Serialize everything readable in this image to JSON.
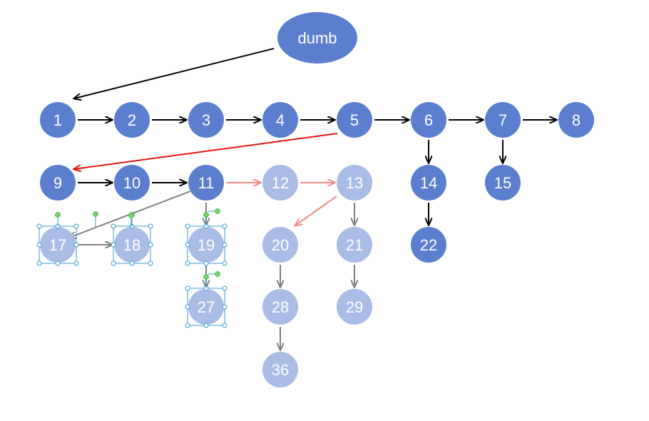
{
  "colors": {
    "node_active": "#5b7fce",
    "node_faded": "#a9bce6",
    "node_text": "#ffffff",
    "edge_black": "#000000",
    "edge_red": "#e41515",
    "edge_pink": "#f28a8a",
    "edge_gray": "#7f7f7f",
    "handle_blue": "#3a9bd1",
    "handle_green": "#74d36b"
  },
  "diagram": {
    "root_label": "dumb",
    "nodes": [
      {
        "id": "dumb",
        "label": "dumb",
        "state": "active"
      },
      {
        "id": "n1",
        "label": "1",
        "state": "active"
      },
      {
        "id": "n2",
        "label": "2",
        "state": "active"
      },
      {
        "id": "n3",
        "label": "3",
        "state": "active"
      },
      {
        "id": "n4",
        "label": "4",
        "state": "active"
      },
      {
        "id": "n5",
        "label": "5",
        "state": "active"
      },
      {
        "id": "n6",
        "label": "6",
        "state": "active"
      },
      {
        "id": "n7",
        "label": "7",
        "state": "active"
      },
      {
        "id": "n8",
        "label": "8",
        "state": "active"
      },
      {
        "id": "n9",
        "label": "9",
        "state": "active"
      },
      {
        "id": "n10",
        "label": "10",
        "state": "active"
      },
      {
        "id": "n11",
        "label": "11",
        "state": "active"
      },
      {
        "id": "n12",
        "label": "12",
        "state": "faded"
      },
      {
        "id": "n13",
        "label": "13",
        "state": "faded"
      },
      {
        "id": "n14",
        "label": "14",
        "state": "active"
      },
      {
        "id": "n15",
        "label": "15",
        "state": "active"
      },
      {
        "id": "n17",
        "label": "17",
        "state": "faded",
        "selected": true
      },
      {
        "id": "n18",
        "label": "18",
        "state": "faded",
        "selected": true
      },
      {
        "id": "n19",
        "label": "19",
        "state": "faded",
        "selected": true
      },
      {
        "id": "n20",
        "label": "20",
        "state": "faded"
      },
      {
        "id": "n21",
        "label": "21",
        "state": "faded"
      },
      {
        "id": "n22",
        "label": "22",
        "state": "active"
      },
      {
        "id": "n27",
        "label": "27",
        "state": "faded",
        "selected": true
      },
      {
        "id": "n28",
        "label": "28",
        "state": "faded"
      },
      {
        "id": "n29",
        "label": "29",
        "state": "faded"
      },
      {
        "id": "n36",
        "label": "36",
        "state": "faded"
      }
    ],
    "edges": [
      {
        "from": "dumb",
        "to": "n1",
        "style": "black"
      },
      {
        "from": "n1",
        "to": "n2",
        "style": "black"
      },
      {
        "from": "n2",
        "to": "n3",
        "style": "black"
      },
      {
        "from": "n3",
        "to": "n4",
        "style": "black"
      },
      {
        "from": "n4",
        "to": "n5",
        "style": "black"
      },
      {
        "from": "n5",
        "to": "n6",
        "style": "black"
      },
      {
        "from": "n6",
        "to": "n7",
        "style": "black"
      },
      {
        "from": "n7",
        "to": "n8",
        "style": "black"
      },
      {
        "from": "n5",
        "to": "n9",
        "style": "red"
      },
      {
        "from": "n6",
        "to": "n14",
        "style": "black"
      },
      {
        "from": "n7",
        "to": "n15",
        "style": "black"
      },
      {
        "from": "n14",
        "to": "n22",
        "style": "black"
      },
      {
        "from": "n9",
        "to": "n10",
        "style": "black"
      },
      {
        "from": "n10",
        "to": "n11",
        "style": "black"
      },
      {
        "from": "n11",
        "to": "n12",
        "style": "pink"
      },
      {
        "from": "n12",
        "to": "n13",
        "style": "pink"
      },
      {
        "from": "n13",
        "to": "n20",
        "style": "pink"
      },
      {
        "from": "n13",
        "to": "n21",
        "style": "gray"
      },
      {
        "from": "n11",
        "to": "n17",
        "style": "gray"
      },
      {
        "from": "n11",
        "to": "n19",
        "style": "gray"
      },
      {
        "from": "n17",
        "to": "n18",
        "style": "gray"
      },
      {
        "from": "n19",
        "to": "n27",
        "style": "gray"
      },
      {
        "from": "n20",
        "to": "n28",
        "style": "gray"
      },
      {
        "from": "n21",
        "to": "n29",
        "style": "gray"
      },
      {
        "from": "n28",
        "to": "n36",
        "style": "gray"
      }
    ]
  }
}
